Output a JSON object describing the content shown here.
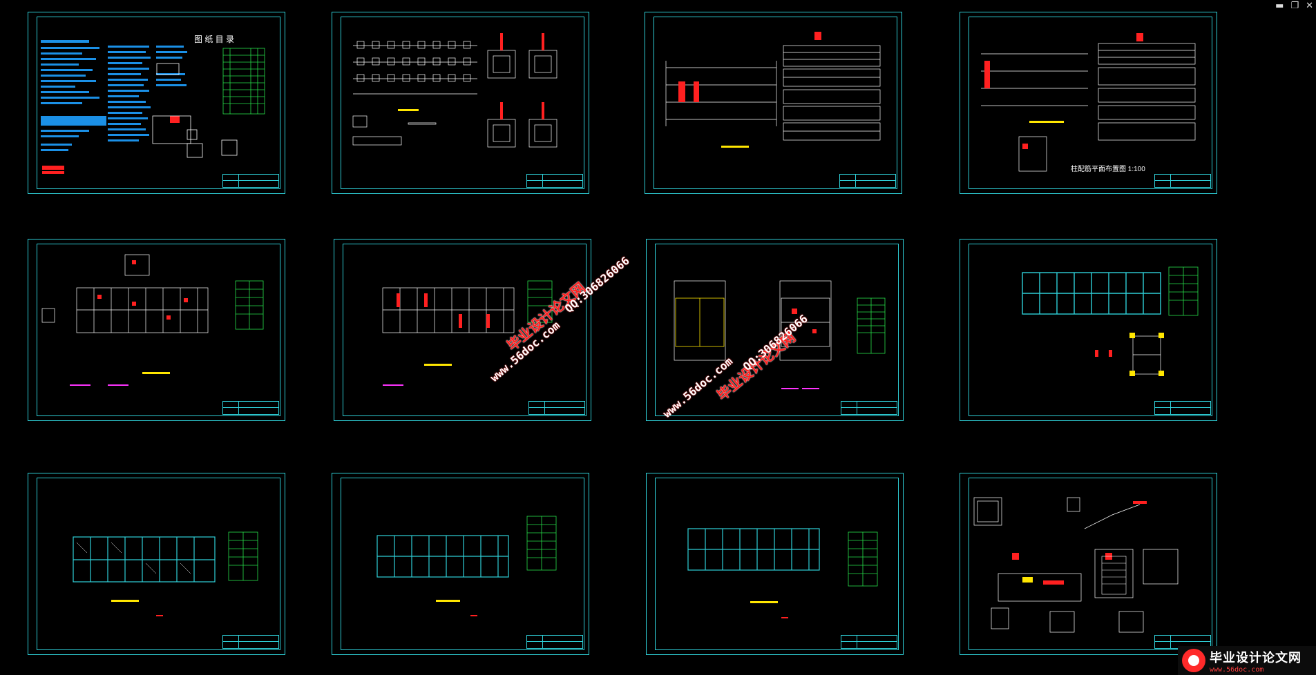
{
  "window_controls": {
    "minimize": "▬",
    "restore": "❐",
    "close": "✕"
  },
  "sheets": [
    {
      "name": "sheet-design-notes",
      "label": "图 纸 目 录"
    },
    {
      "name": "sheet-foundation-plan",
      "label": ""
    },
    {
      "name": "sheet-column-plan-1",
      "label": ""
    },
    {
      "name": "sheet-column-plan-2",
      "label": "柱配筋平面布置图 1:100"
    },
    {
      "name": "sheet-beam-plan-1",
      "label": ""
    },
    {
      "name": "sheet-beam-plan-2",
      "label": ""
    },
    {
      "name": "sheet-stair-detail",
      "label": ""
    },
    {
      "name": "sheet-roof-plan",
      "label": ""
    },
    {
      "name": "sheet-slab-plan-1",
      "label": ""
    },
    {
      "name": "sheet-slab-plan-2",
      "label": ""
    },
    {
      "name": "sheet-slab-plan-3",
      "label": ""
    },
    {
      "name": "sheet-node-details",
      "label": ""
    }
  ],
  "watermarks": {
    "brand_cn": "毕业设计论文网",
    "url": "www.56doc.com",
    "qq": "QQ:306826066"
  },
  "logo": {
    "title": "毕业设计论文网",
    "url": "www.56doc.com"
  },
  "colors": {
    "frame": "#2fd0d8",
    "line": "#ffffff",
    "accent_red": "#ff2020",
    "accent_green": "#27e04a",
    "accent_yellow": "#ffe600",
    "accent_magenta": "#ff33ff",
    "accent_blue": "#1ea0ff"
  }
}
